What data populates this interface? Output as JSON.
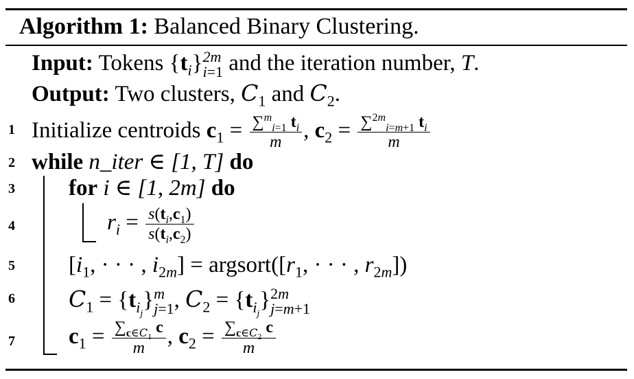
{
  "caption": {
    "label": "Algorithm 1:",
    "title": "Balanced Binary Clustering."
  },
  "input": {
    "label": "Input:",
    "text": "Tokens",
    "text2": "and the iteration number,",
    "var": "T",
    "end": "."
  },
  "output": {
    "label": "Output:",
    "text": "Two clusters,",
    "and": "and",
    "end": "."
  },
  "line_numbers": [
    "1",
    "2",
    "3",
    "4",
    "5",
    "6",
    "7"
  ],
  "lines": {
    "l1": {
      "text": "Initialize centroids"
    },
    "l2": {
      "kw_while": "while",
      "var": "n_iter",
      "range": "[1, T]",
      "kw_do": "do"
    },
    "l3": {
      "kw_for": "for",
      "expr": "i ∈ [1, 2m]",
      "kw_do": "do"
    },
    "l5": {
      "func": "argsort"
    }
  }
}
